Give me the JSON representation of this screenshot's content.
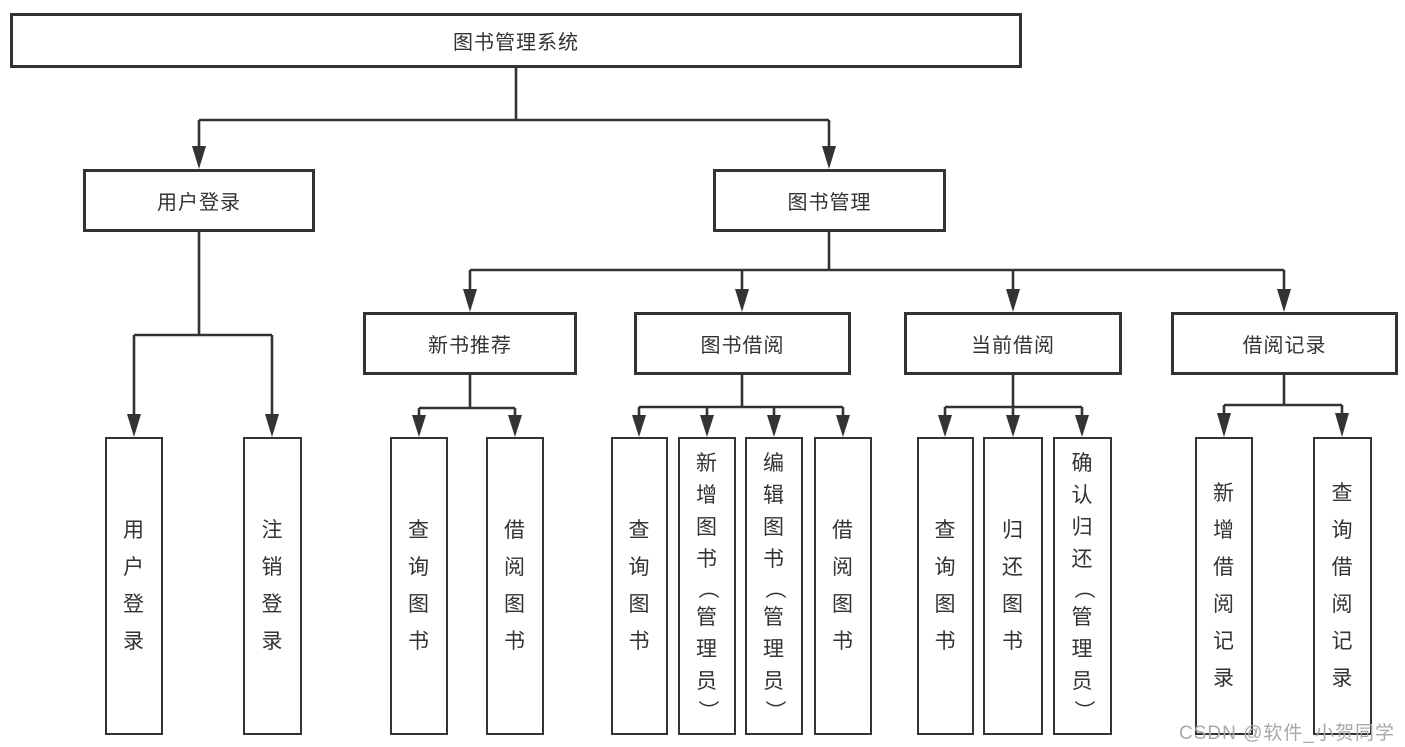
{
  "diagram": {
    "title": "图书管理系统",
    "watermark": "CSDN @软件_小贺同学",
    "colors": {
      "line": "#333333",
      "box_border": "#333333",
      "box_background": "#ffffff",
      "text": "#333333",
      "watermark_text": "#a8a8a8"
    },
    "tree": {
      "label": "图书管理系统",
      "children": [
        {
          "label": "用户登录",
          "children": [
            {
              "label": "用户登录"
            },
            {
              "label": "注销登录"
            }
          ]
        },
        {
          "label": "图书管理",
          "children": [
            {
              "label": "新书推荐",
              "children": [
                {
                  "label": "查询图书"
                },
                {
                  "label": "借阅图书"
                }
              ]
            },
            {
              "label": "图书借阅",
              "children": [
                {
                  "label": "查询图书"
                },
                {
                  "label": "新增图书（管理员）"
                },
                {
                  "label": "编辑图书（管理员）"
                },
                {
                  "label": "借阅图书"
                }
              ]
            },
            {
              "label": "当前借阅",
              "children": [
                {
                  "label": "查询图书"
                },
                {
                  "label": "归还图书"
                },
                {
                  "label": "确认归还（管理员）"
                }
              ]
            },
            {
              "label": "借阅记录",
              "children": [
                {
                  "label": "新增借阅记录"
                },
                {
                  "label": "查询借阅记录"
                }
              ]
            }
          ]
        }
      ]
    }
  }
}
